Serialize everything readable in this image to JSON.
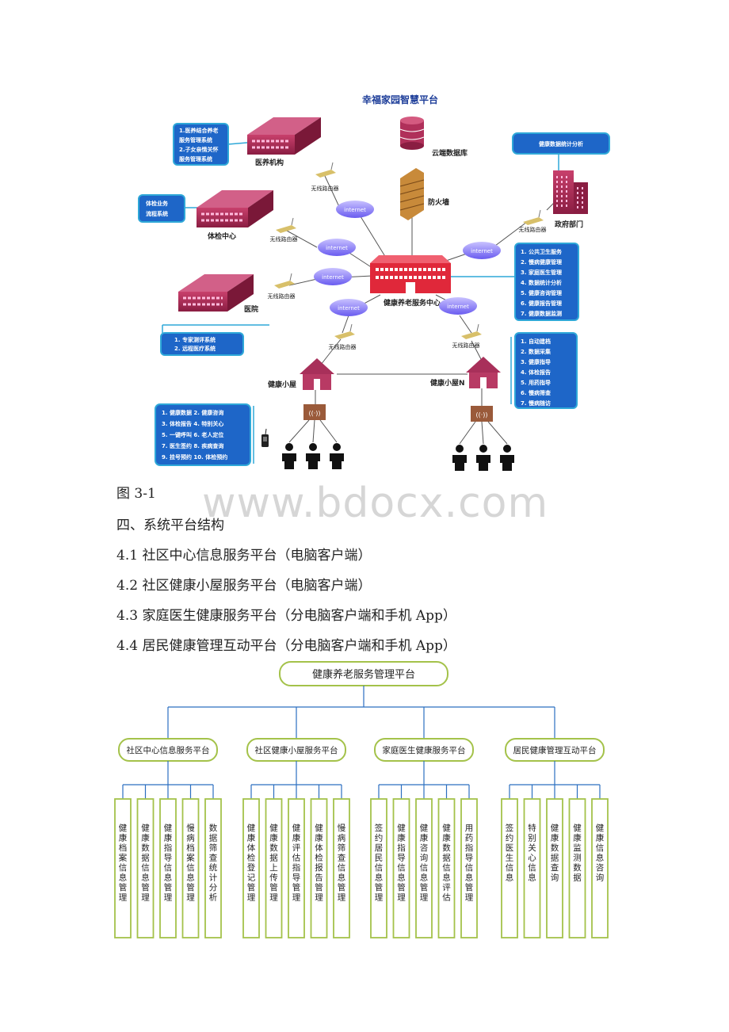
{
  "diagram1": {
    "title": "幸福家园智慧平台",
    "nodes": {
      "medical": "医养机构",
      "cloud_db": "云端数据库",
      "firewall": "防火墙",
      "exam_center": "体检中心",
      "hospital": "医院",
      "gov": "政府部门",
      "center": "健康养老服务中心",
      "hut1": "健康小屋",
      "hutN": "健康小屋N"
    },
    "router_label": "无线路由器",
    "internet_label": "internet",
    "boxes": {
      "medical": [
        "1.医养结合养老",
        "服务管理系统",
        "2.子女亲情关怀",
        "服务管理系统"
      ],
      "exam": [
        "体检业务",
        "流程系统"
      ],
      "gov": [
        "健康数据统计分析"
      ],
      "hospital": [
        "1. 专家测评系统",
        "2. 远程医疗系统"
      ],
      "center": [
        "1. 公共卫生服务",
        "2. 慢病健康管理",
        "3. 家庭医生管理",
        "4. 数据统计分析",
        "5. 健康咨询管理",
        "6. 健康报告管理",
        "7. 健康数据监测"
      ],
      "hutN": [
        "1. 自动建档",
        "2. 数据采集",
        "3. 健康指导",
        "4. 体检报告",
        "5. 用药指导",
        "6. 慢病筛查",
        "7. 慢病随访"
      ],
      "hut1": [
        "1. 健康数据  2. 健康咨询",
        "3. 体检报告  4. 特别关心",
        "5. 一键呼叫  6. 老人定位",
        "7. 医生签约  8. 疾病查询",
        "9. 挂号预约  10. 体检预约"
      ]
    }
  },
  "caption": "图 3-1",
  "watermark": "www.bdocx.com",
  "section_heading": "四、系统平台结构",
  "list_items": [
    "4.1 社区中心信息服务平台（电脑客户端）",
    "4.2 社区健康小屋服务平台（电脑客户端）",
    "4.3 家庭医生健康服务平台（分电脑客户端和手机 App）",
    "4.4 居民健康管理互动平台（分电脑客户端和手机 App）"
  ],
  "diagram2": {
    "root": "健康养老服务管理平台",
    "branches": [
      {
        "label": "社区中心信息服务平台",
        "leaves": [
          "健康档案信息管理",
          "健康数据信息管理",
          "健康指导信息管理",
          "慢病档案信息管理",
          "数据筛查统计分析"
        ]
      },
      {
        "label": "社区健康小屋服务平台",
        "leaves": [
          "健康体检登记管理",
          "健康数据上传管理",
          "健康评估指导管理",
          "健康体检报告管理",
          "慢病筛查信息管理"
        ]
      },
      {
        "label": "家庭医生健康服务平台",
        "leaves": [
          "签约居民信息管理",
          "健康指导信息管理",
          "健康咨询信息管理",
          "健康数据信息评估",
          "用药指导信息管理"
        ]
      },
      {
        "label": "居民健康管理互动平台",
        "leaves": [
          "签约医生信息",
          "特别关心信息",
          "健康数据查询",
          "健康监测数据",
          "健康信息咨询"
        ]
      }
    ]
  },
  "colors": {
    "building": "#b0305a",
    "center_building": "#e0283a",
    "box_fill": "#1e66c8",
    "box_border": "#2fa8d8",
    "title_blue": "#1f3f9a",
    "tree_line": "#2c6fc0",
    "tree_border": "#a4c24a"
  }
}
